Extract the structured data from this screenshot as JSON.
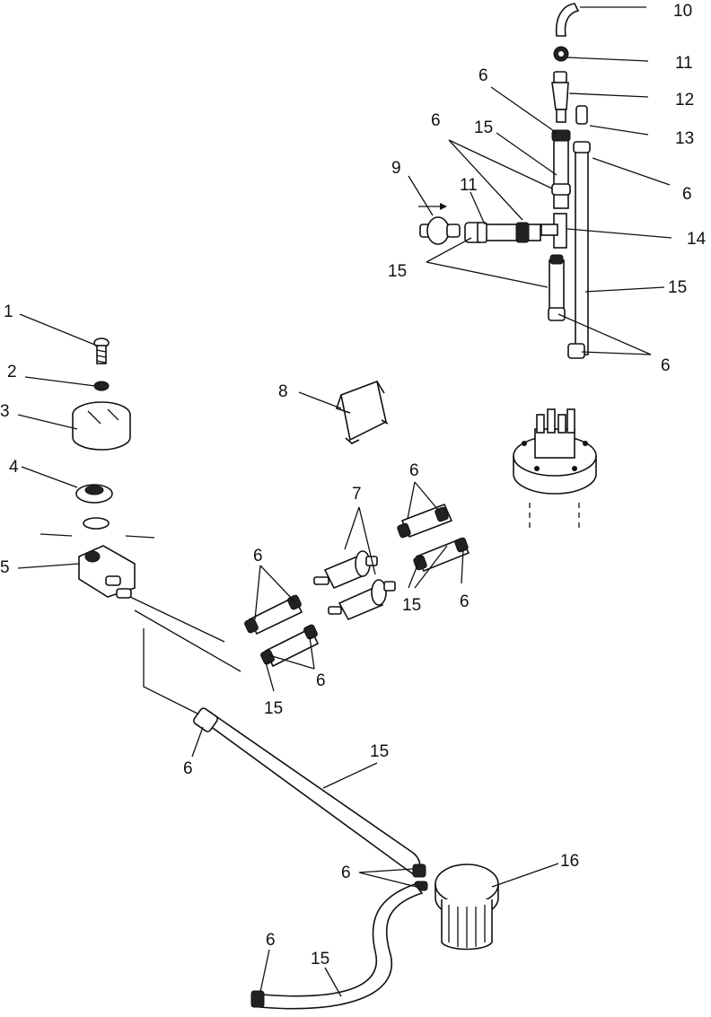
{
  "labels": {
    "l1": "1",
    "l2": "2",
    "l3": "3",
    "l4": "4",
    "l5": "5",
    "l6_top_a": "6",
    "l6_top_b": "6",
    "l6_top_right": "6",
    "l6_top_bottom": "6",
    "l7": "7",
    "l8": "8",
    "l9": "9",
    "l10": "10",
    "l11_top": "11",
    "l11_mid": "11",
    "l12": "12",
    "l13": "13",
    "l14": "14",
    "l15_top_a": "15",
    "l15_top_b": "15",
    "l15_top_c": "15",
    "l6_mid_a": "6",
    "l6_mid_b": "6",
    "l6_mid_c": "6",
    "l6_mid_d": "6",
    "l15_mid_a": "15",
    "l15_mid_b": "15",
    "l6_hose": "6",
    "l15_hose": "15",
    "l6_filter": "6",
    "l16": "16",
    "l6_bottom": "6",
    "l15_bottom": "15"
  }
}
